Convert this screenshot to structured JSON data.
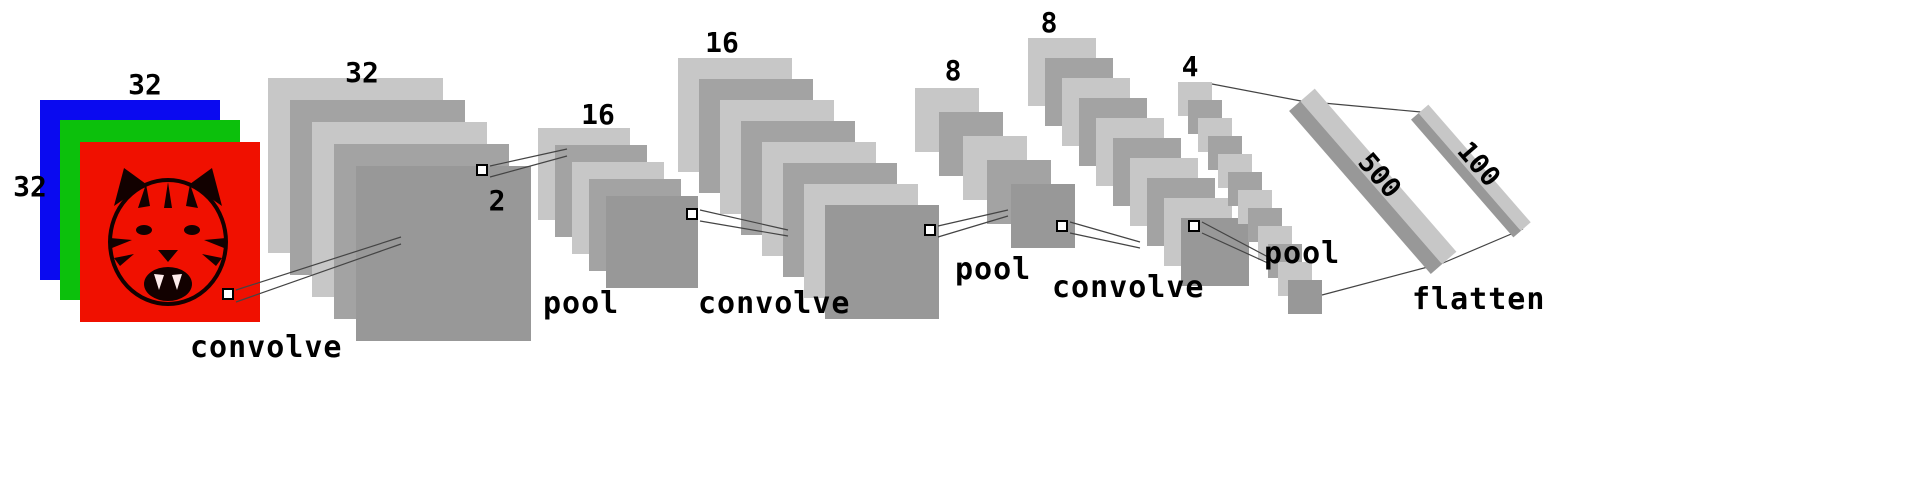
{
  "figure": {
    "type": "convolutional-neural-network-architecture",
    "input": {
      "top_label": "32",
      "left_label": "32",
      "channels": [
        "blue",
        "green",
        "red"
      ]
    },
    "conv1": {
      "count": "32",
      "op": "convolve",
      "kernel_size": "2"
    },
    "pool1": {
      "count": "16",
      "op": "pool"
    },
    "conv2": {
      "count": "16",
      "op": "convolve"
    },
    "pool2": {
      "count": "8",
      "op": "pool"
    },
    "conv3": {
      "count": "8",
      "op": "convolve"
    },
    "pool3": {
      "count": "4",
      "op": "pool"
    },
    "fc1": {
      "units": "500"
    },
    "fc2": {
      "units": "100"
    },
    "flatten": {
      "op": "flatten"
    },
    "colors": {
      "channel_red": "#f01000",
      "channel_green": "#0cc00c",
      "channel_blue": "#0a0af0",
      "gray_light": "#c7c7c7",
      "gray_dark": "#a3a3a3",
      "gray_front": "#989898"
    }
  }
}
